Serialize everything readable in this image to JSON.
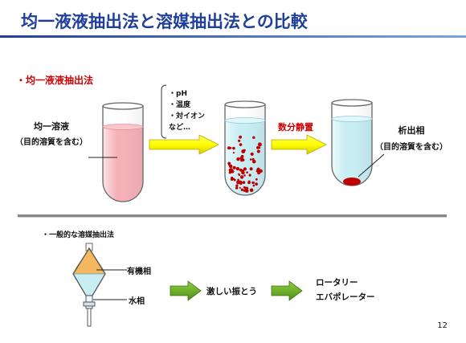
{
  "title": "均一液液抽出法と溶媒抽出法との比較",
  "section1": {
    "heading": "・均一液液抽出法",
    "conditions": [
      "・pH",
      "・温度",
      "・対イオン",
      "など…"
    ],
    "step_label": "数分静置",
    "left_label": "均一溶液",
    "left_sub": "（目的溶質を含む）",
    "right_label": "析出相",
    "right_sub": "（目的溶質を含む）"
  },
  "section2": {
    "heading": "・一般的な溶媒抽出法",
    "upper_phase": "有機相",
    "lower_phase": "水相",
    "step_label": "激しい振とう",
    "result_line1": "ロータリー",
    "result_line2": "エバポレーター"
  },
  "page_number": "12",
  "colors": {
    "title_blue": "#1f3f9a",
    "heading_red": "#d00000",
    "tube_pink": "#f6b0b8",
    "tube_cyan": "#c8eef4",
    "droplet_red": "#c00000",
    "arrow_yellow": "#ffff00",
    "arrow_green": "#66aa22",
    "organic_orange": "#f4b860"
  }
}
